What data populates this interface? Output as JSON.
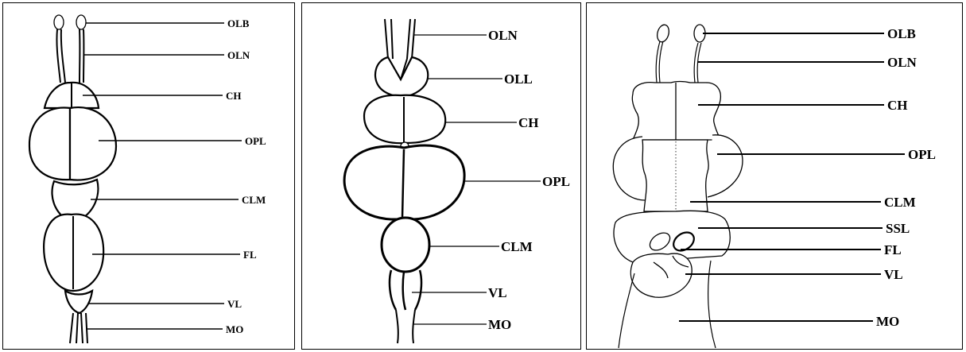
{
  "panels": [
    {
      "labels": {
        "olb": "OLB",
        "oln": "OLN",
        "ch": "CH",
        "opl": "OPL",
        "clm": "CLM",
        "fl": "FL",
        "vl": "VL",
        "mo": "MO"
      }
    },
    {
      "labels": {
        "oln": "OLN",
        "oll": "OLL",
        "ch": "CH",
        "opl": "OPL",
        "clm": "CLM",
        "vl": "VL",
        "mo": "MO"
      }
    },
    {
      "labels": {
        "olb": "OLB",
        "oln": "OLN",
        "ch": "CH",
        "opl": "OPL",
        "clm": "CLM",
        "ssl": "SSL",
        "fl": "FL",
        "vl": "VL",
        "mo": "MO"
      }
    }
  ]
}
